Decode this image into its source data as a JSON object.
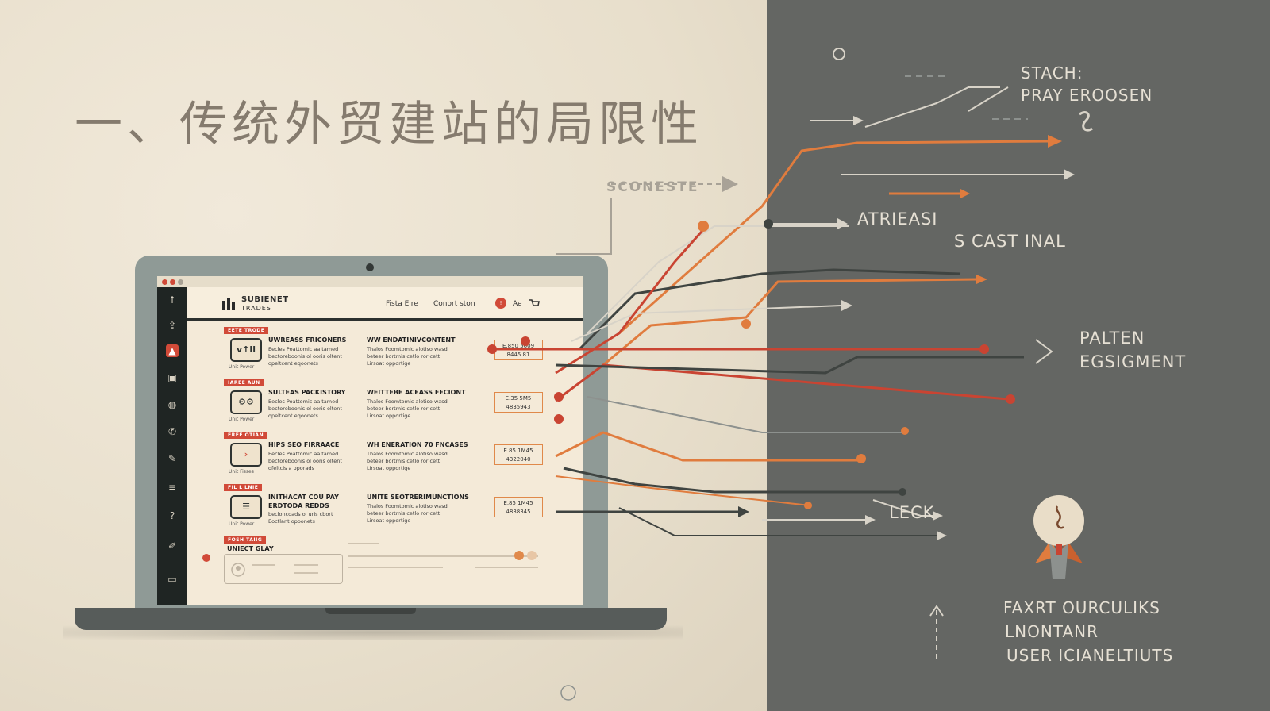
{
  "title": "一、传统外贸建站的局限性",
  "laptop": {
    "brand_line1": "SUBIENET",
    "brand_line2": "TRADES",
    "nav": [
      "Fista Eire",
      "Conort ston"
    ],
    "nav_badge": "!",
    "nav_short": "Ae",
    "rows": [
      {
        "tag": "EETE TRODE",
        "thumb_glyph": "v↑ll",
        "caption": "Unit Power",
        "heading_left": "UWREASS FRICONERS",
        "text_left": [
          "Eecles Poattomic aaltamed",
          "bectoreboonis ol ooris oltent",
          "opeltcent eqoonets"
        ],
        "heading_right": "WW ENDATINIVCONTENT",
        "text_right": [
          "Thalos Foomtomic alotiso wasd",
          "beteer bortmis cetlo ror cett",
          "Lirsoat opportige"
        ],
        "values": [
          "E.850 5609",
          "8445.81"
        ]
      },
      {
        "tag": "IAREE AUN",
        "thumb_glyph": "⚙⚙",
        "caption": "Unit Power",
        "heading_left": "SULTEAS PACKISTORY",
        "text_left": [
          "Eecles Poattomic aaltamed",
          "bectoreboonis ol ooris oltent",
          "opeltcent eqoonets"
        ],
        "heading_right": "WEITTEBE ACEASS FECIONT",
        "text_right": [
          "Thalos Foomtomic alotiso wasd",
          "beteer bortmis cetlo ror cett",
          "Lirsoat opportige"
        ],
        "values": [
          "E.35 5M5",
          "4835943"
        ]
      },
      {
        "tag": "FREE OTIAN",
        "thumb_glyph": "›",
        "caption": "Unit Fisses",
        "heading_left": "HIPS SEO FIRRAACE",
        "text_left": [
          "Eecles Poattomic aaltamed",
          "bectoreboonis ol ooris oltent",
          "ofeltcis a pporads"
        ],
        "heading_right": "WH ENERATION 70 FNCASES",
        "text_right": [
          "Thalos Foomtomic alotiso wasd",
          "beteer bortmis cetlo ror cett",
          "Lirsoat opportige"
        ],
        "values": [
          "E.85 1M45",
          "4322040"
        ]
      },
      {
        "tag": "FIL L LNIE",
        "thumb_glyph": "☰",
        "caption": "Unit Power",
        "heading_left": "INITHACAT COU PAY",
        "heading_left2": "ERDTODA REDDS",
        "text_left": [
          "becloncoads ol uris cbort",
          "Eoctlant opoonets"
        ],
        "heading_right": "UNITE SEOTRERIMUNCTIONS",
        "text_right": [
          "Thalos Foomtomic alotiso wasd",
          "beteer bortmis cetlo ror cett",
          "Lirsoat opportige"
        ],
        "values": [
          "E.85 1M45",
          "4838345"
        ]
      }
    ],
    "footer_tag": "FOSH TAIIG",
    "footer_label": "UNIECT GLAY"
  },
  "ghost_label": "SCONESTE",
  "labels": {
    "l1a": "STACH:",
    "l1b": "PRAY EROOSEN",
    "l2": "ATRIEASI",
    "l3": "S CAST INAL",
    "l4a": "PALTEN",
    "l4b": "EGSIGMENT",
    "l5": "LECK",
    "l6a": "FAXRT OURCULIKS",
    "l6b": "LNONTANR",
    "l6c": "USER ICIANELTIUTS"
  },
  "colors": {
    "red": "#c94432",
    "orange": "#e07c3e",
    "dark": "#3f4441",
    "light": "#d8d3c8",
    "gray": "#8d918e"
  }
}
